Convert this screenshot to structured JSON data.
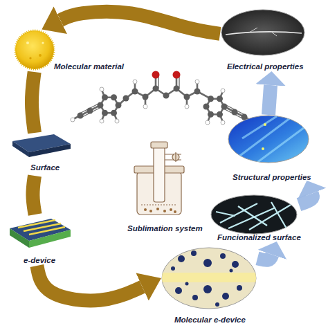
{
  "diagram": {
    "nodes": [
      {
        "text": [
          "Molecular material"
        ]
      },
      {
        "text": [
          "Surface"
        ]
      },
      {
        "text": [
          "e-device"
        ]
      },
      {
        "text": [
          "Molecular e-device"
        ]
      },
      {
        "text": [
          "Funcionalized surface"
        ]
      },
      {
        "text": [
          "Structural properties"
        ]
      },
      {
        "text": [
          "Electrical properties"
        ]
      },
      {
        "text": [
          "Sublimation system"
        ]
      }
    ],
    "edges": [
      {
        "from": 0,
        "to": 1,
        "arrow": "none"
      },
      {
        "from": 1,
        "to": 2,
        "arrow": "none"
      },
      {
        "from": 2,
        "to": 3,
        "arrow": "to"
      },
      {
        "from": 3,
        "to": 4,
        "arrow": "to"
      },
      {
        "from": 4,
        "to": 5,
        "arrow": "to"
      },
      {
        "from": 5,
        "to": 6,
        "arrow": "to"
      },
      {
        "from": 6,
        "to": 0,
        "arrow": "to"
      }
    ]
  }
}
